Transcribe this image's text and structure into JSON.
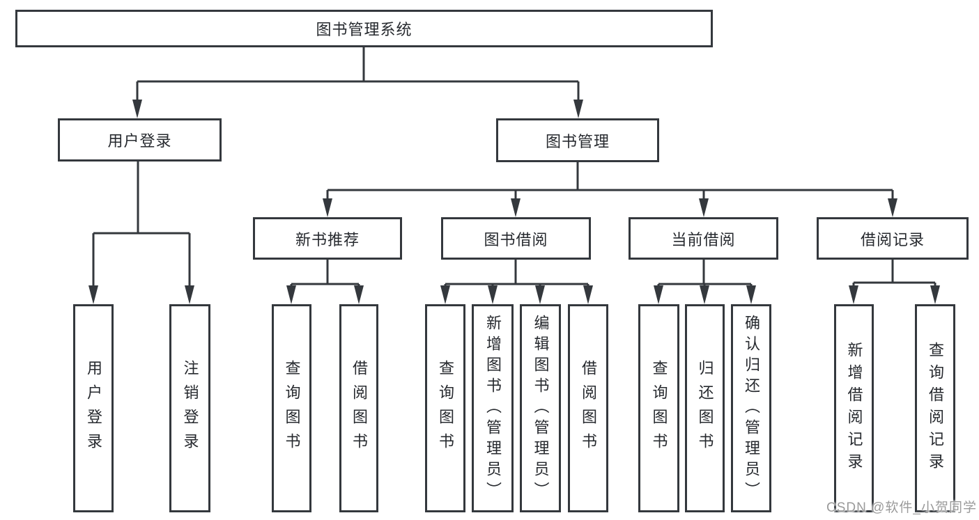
{
  "tree": {
    "label": "图书管理系统",
    "children": [
      {
        "label": "用户登录",
        "children": [
          {
            "label": "用户登录"
          },
          {
            "label": "注销登录"
          }
        ]
      },
      {
        "label": "图书管理",
        "children": [
          {
            "label": "新书推荐",
            "children": [
              {
                "label": "查询图书"
              },
              {
                "label": "借阅图书"
              }
            ]
          },
          {
            "label": "图书借阅",
            "children": [
              {
                "label": "查询图书"
              },
              {
                "label": "新增图书（管理员）"
              },
              {
                "label": "编辑图书（管理员）"
              },
              {
                "label": "借阅图书"
              }
            ]
          },
          {
            "label": "当前借阅",
            "children": [
              {
                "label": "查询图书"
              },
              {
                "label": "归还图书"
              },
              {
                "label": "确认归还（管理员）"
              }
            ]
          },
          {
            "label": "借阅记录",
            "children": [
              {
                "label": "新增借阅记录"
              },
              {
                "label": "查询借阅记录"
              }
            ]
          }
        ]
      }
    ]
  },
  "watermark": {
    "text": "CSDN @软件_小贺同学"
  },
  "colors": {
    "line": "#34383d",
    "text": "#26292e",
    "watermark": "#9a9a9a",
    "background": "#ffffff"
  }
}
